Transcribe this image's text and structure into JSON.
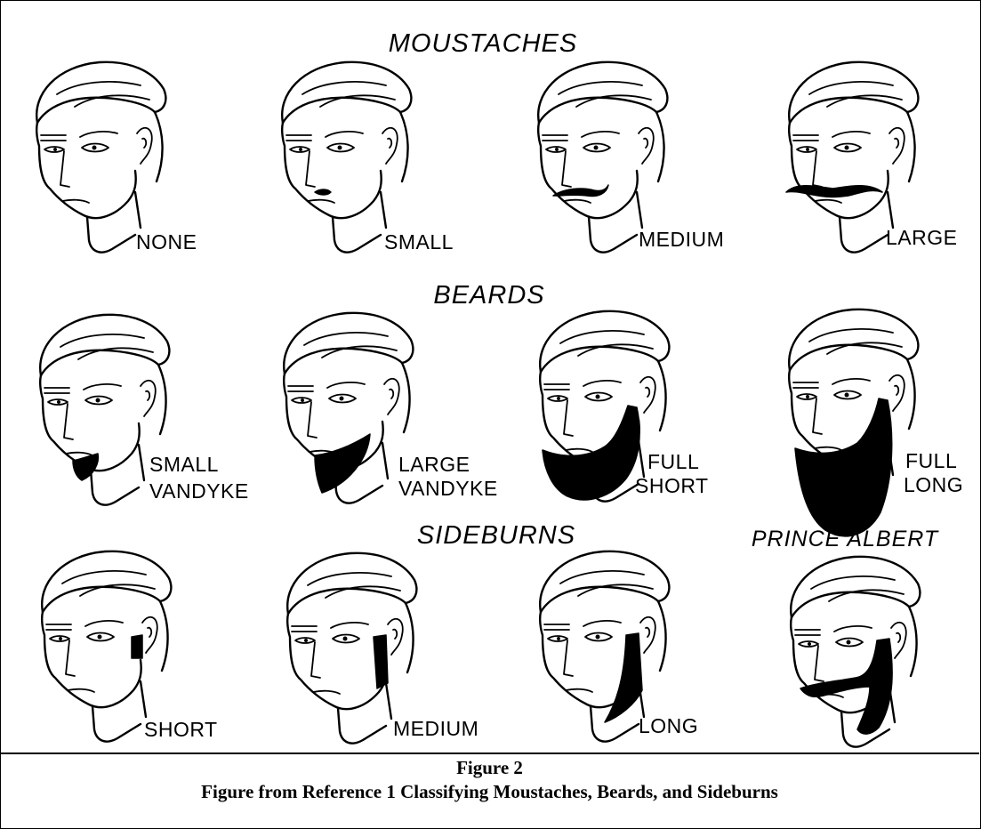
{
  "sections": {
    "moustaches": {
      "heading": "MOUSTACHES",
      "items": [
        "NONE",
        "SMALL",
        "MEDIUM",
        "LARGE"
      ]
    },
    "beards": {
      "heading": "BEARDS",
      "items": [
        [
          "SMALL",
          "VANDYKE"
        ],
        [
          "LARGE",
          "VANDYKE"
        ],
        [
          "FULL",
          "SHORT"
        ],
        [
          "FULL",
          "LONG"
        ]
      ]
    },
    "sideburns": {
      "heading": "SIDEBURNS",
      "items": [
        "SHORT",
        "MEDIUM",
        "LONG"
      ]
    },
    "prince_albert": {
      "heading": "PRINCE ALBERT"
    }
  },
  "caption": {
    "figure_number": "Figure 2",
    "text": "Figure from Reference 1 Classifying Moustaches, Beards, and Sideburns"
  }
}
